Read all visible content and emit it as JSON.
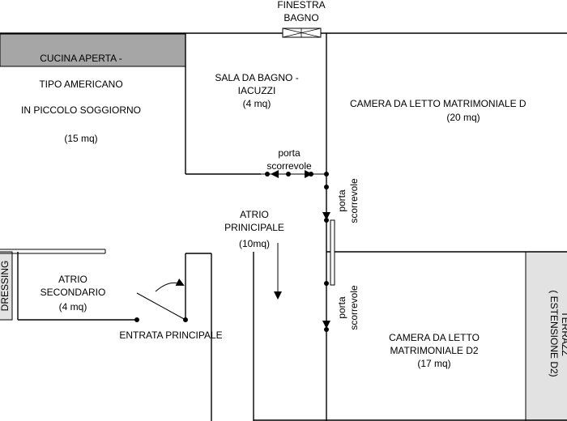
{
  "colors": {
    "wall": "#000000",
    "counter": "#a6a6a6",
    "closet": "#e2e2e2",
    "background": "#ffffff"
  },
  "window": {
    "line1": "FINESTRA",
    "line2": "BAGNO"
  },
  "rooms": {
    "kitchen": {
      "counter_label": "CUCINA APERTA -",
      "line1": "TIPO AMERICANO",
      "line2": "IN PICCOLO SOGGIORNO",
      "area": "(15 mq)"
    },
    "bathroom": {
      "line1": "SALA DA BAGNO -",
      "line2": "IACUZZI",
      "area": "(4 mq)"
    },
    "bedroom1": {
      "line1": "CAMERA DA LETTO MATRIMONIALE D",
      "area": "(20 mq)"
    },
    "atrium_main": {
      "line1": "ATRIO",
      "line2": "PRINICIPALE",
      "area": "(10mq)"
    },
    "atrium_secondary": {
      "line1": "ATRIO",
      "line2": "SECONDARIO",
      "area": "(4 mq)"
    },
    "dressing": {
      "label": "DRESSING"
    },
    "bedroom2": {
      "line1": "CAMERA DA LETTO",
      "line2": "MATRIMONIALE D2",
      "area": "(17 mq)"
    },
    "extension": {
      "line1": "( ESTENSIONE D2)",
      "line2": "TERRAZZ"
    }
  },
  "doors": {
    "sliding_bath": {
      "line1": "porta",
      "line2": "scorrevole"
    },
    "sliding_vertical_1": {
      "line1": "porta",
      "line2": "scorrevole"
    },
    "sliding_vertical_2": {
      "line1": "porta",
      "line2": "scorrevole"
    },
    "main_entrance": {
      "label": "ENTRATA PRINCIPALE"
    }
  }
}
